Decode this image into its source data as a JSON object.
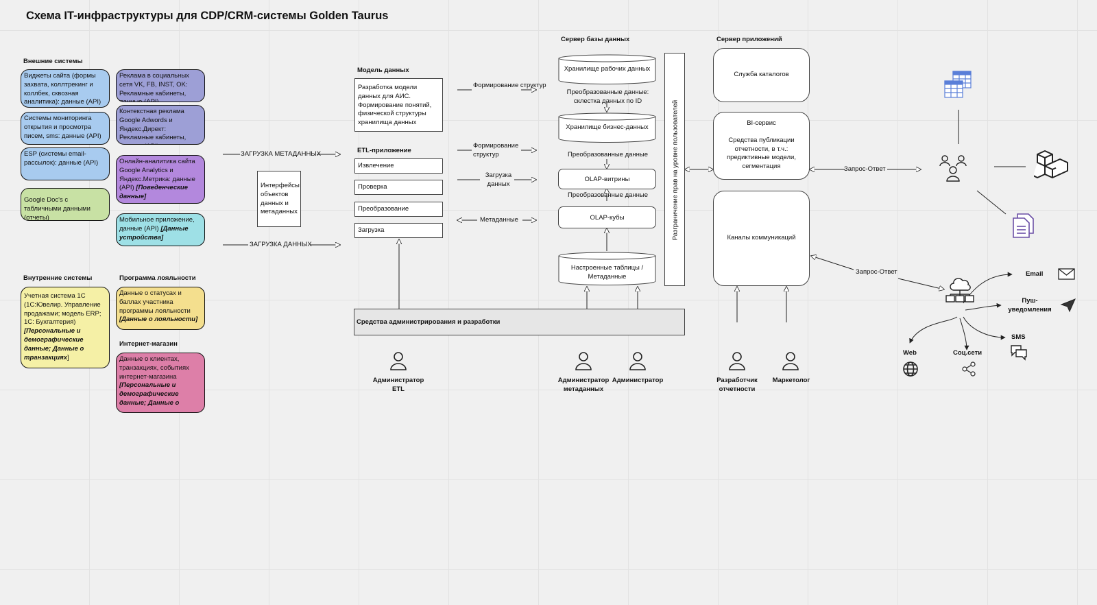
{
  "title": "Схема IT-инфраструктуры для CDP/CRM-системы  Golden Taurus",
  "colors": {
    "blue": "#a8cbef",
    "purple": "#9d9fd6",
    "violet": "#b388dd",
    "green": "#c8e1a4",
    "cyan": "#9ee0e6",
    "yellow": "#f5f0a6",
    "orange": "#f4df8e",
    "pink": "#dd7fa8"
  },
  "external": {
    "heading": "Внешние системы",
    "left": [
      "Виджеты сайта (формы захвата, коллтрекинг и коллбек, сквозная аналитика): данные (API)",
      "Системы мониторинга открытия и просмотра писем, sms: данные (API)",
      "ESP (системы email-рассылок): данные (API)",
      "Google Doc's с табличными данными (отчеты)"
    ],
    "right": [
      {
        "text": "Реклама в социальных сетя VK, FB, INST, OK: Рекламные кабинеты, данные (API)",
        "em": ""
      },
      {
        "text": "Контекстная реклама Google Adwords и Яндекс.Директ: Рекламные кабинеты, данные (API)",
        "em": ""
      },
      {
        "text": "Онлайн-аналитика сайта Google Analytics и Яндекс.Метрика: данные (API) ",
        "em": "[Поведенческие данные]"
      },
      {
        "text": "Мобильное приложение, данные (API) ",
        "em": "[Данные устройства]"
      }
    ]
  },
  "internal": {
    "heading": "Внутренние системы",
    "card_text": "Учетная система 1С (1С:Ювелир. Управление продажами; модель ERP; 1С: Бухгалтерия) ",
    "card_em": "[Персональные и демографические данные; Данные о транзакциях",
    "card_tail": "]"
  },
  "loyalty": {
    "heading": "Программа лояльности",
    "text": "Данные о статусах и баллах участника программы лояльности ",
    "em": "[Данные о лояльности]"
  },
  "shop": {
    "heading": "Интернет-магазин",
    "text": "Данные о клиентах, транзакциях, событиях интернет-магазина ",
    "em": "[Персональные и демографические данные; Данные о"
  },
  "flows": {
    "meta_load": "ЗАГРУЗКА МЕТАДАННЫХ",
    "data_load": "ЗАГРУЗКА ДАННЫХ"
  },
  "interfaces": "Интерфейсы объектов данных и метаданных",
  "model": {
    "heading": "Модель данных",
    "text": "Разработка модели данных для АИС. Формирование понятий, физической структуры хранилища данных"
  },
  "etl": {
    "heading": "ETL-приложение",
    "steps": [
      "Извлечение",
      "Проверка",
      "Преобразование",
      "Загрузка"
    ]
  },
  "arrows": {
    "form1": "Формирование структур",
    "form2": "Формирование структур",
    "load": "Загрузка данных",
    "meta": "Метаданные",
    "req1": "Запрос-Ответ",
    "req2": "Запрос-Ответ"
  },
  "admin_bar": "Средства администрирования и разработки",
  "db": {
    "heading": "Сервер базы данных",
    "work": "Хранилище рабочих данных",
    "t1": "Преобразованные данные: склестка данных по ID",
    "biz": "Хранилище бизнес-данных",
    "t2": "Преобразованные данные",
    "olap_v": "OLAP-витрины",
    "t3": "Преобразованные данные",
    "olap_c": "OLAP-кубы",
    "tables": "Настроенные таблицы / Метаданные"
  },
  "access": "Разграничение прав на уровне пользователей",
  "app": {
    "heading": "Сервер приложений",
    "catalog": "Служба каталогов",
    "bi_title": "BI-сервис",
    "bi_text": "Средства публикации отчетности, в т.ч.: предиктивные модели, сегментация",
    "channels": "Каналы коммуникаций"
  },
  "people": [
    {
      "label": "Администратор ETL"
    },
    {
      "label": "Администратор метаданных"
    },
    {
      "label": "Администратор"
    },
    {
      "label": "Разработчик отчетности"
    },
    {
      "label": "Маркетолог"
    }
  ],
  "channels_out": {
    "email": "Email",
    "push": "Пуш-уведомления",
    "sms": "SMS",
    "web": "Web",
    "social": "Соц.сети"
  },
  "icons": [
    "spreadsheet-icon",
    "users-group-icon",
    "cubes-icon",
    "documents-icon",
    "network-hub-icon",
    "mail-icon",
    "paper-plane-icon",
    "chat-icon",
    "globe-icon",
    "share-icon",
    "user-icon"
  ]
}
